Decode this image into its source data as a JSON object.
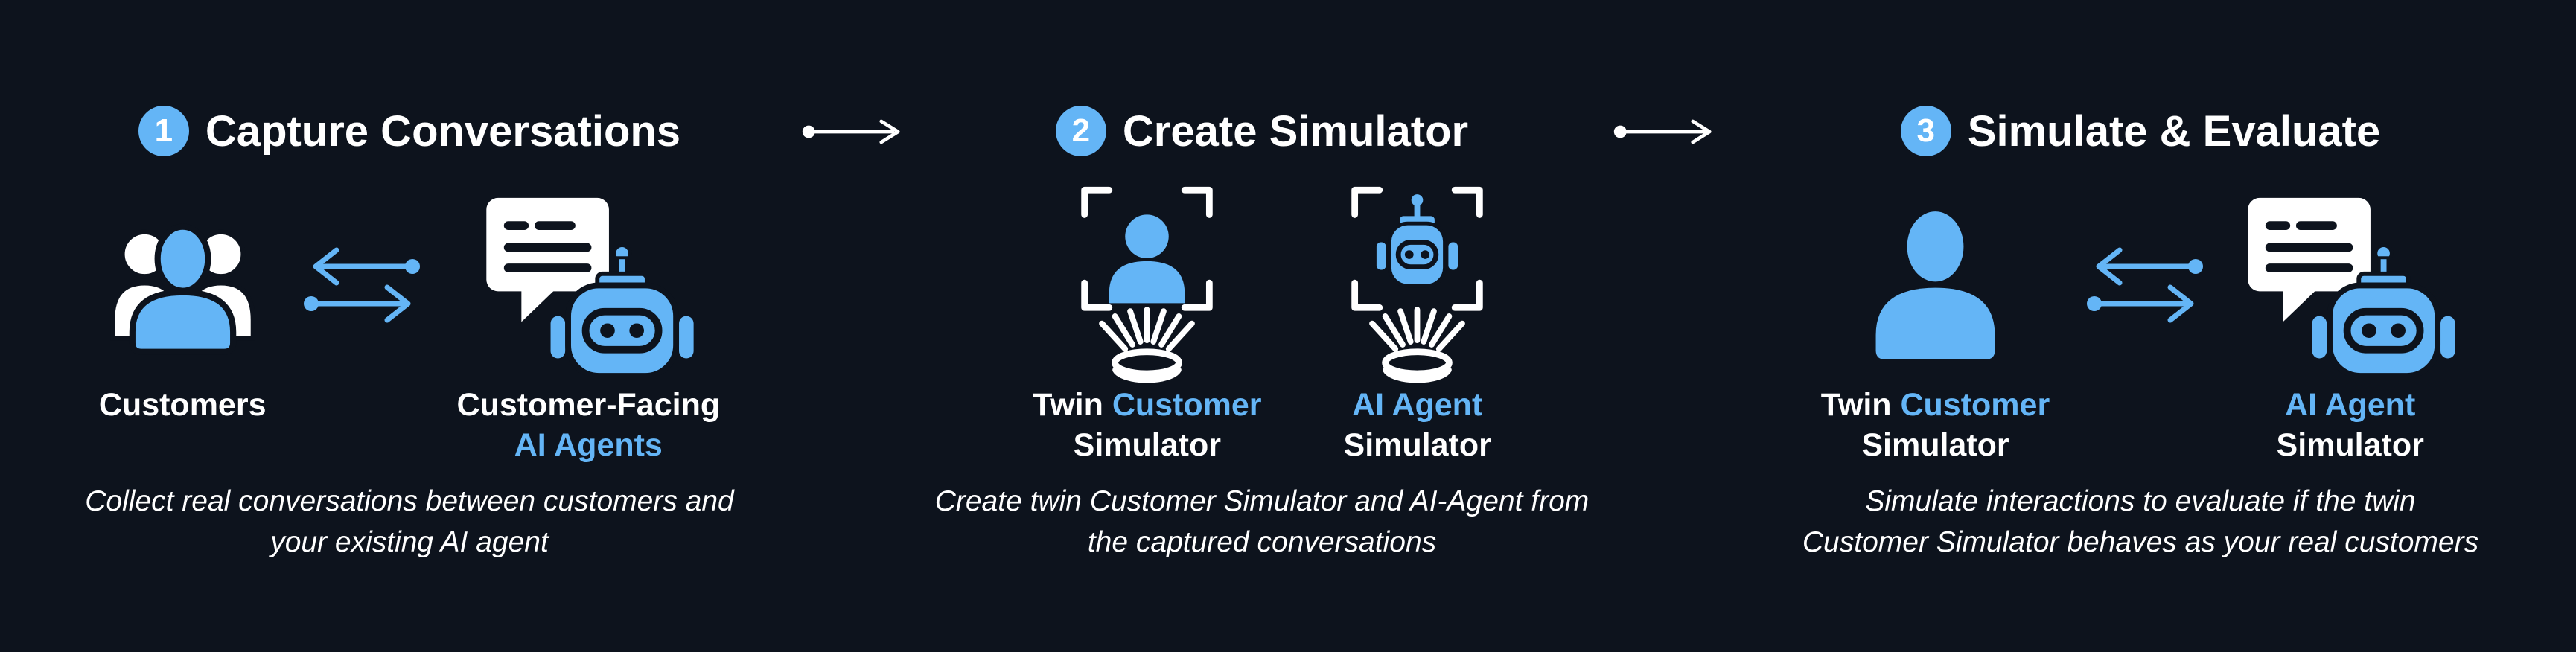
{
  "colors": {
    "background": "#0d131d",
    "accent": "#64b5f6",
    "text": "#ffffff"
  },
  "steps": [
    {
      "number": "1",
      "title": "Capture Conversations",
      "items": [
        {
          "icon": "customers-group-icon",
          "label": [
            [
              {
                "t": "Customers",
                "accent": false
              }
            ]
          ]
        },
        {
          "icon": "exchange-arrows-icon"
        },
        {
          "icon": "chat-bubble-robot-icon",
          "label": [
            [
              {
                "t": "Customer-Facing",
                "accent": false
              }
            ],
            [
              {
                "t": "AI Agents",
                "accent": true
              }
            ]
          ]
        }
      ],
      "description": [
        "Collect real conversations between customers and",
        "your existing AI agent"
      ]
    },
    {
      "number": "2",
      "title": "Create Simulator",
      "items": [
        {
          "icon": "scan-person-hologram-icon",
          "label": [
            [
              {
                "t": "Twin ",
                "accent": false
              },
              {
                "t": "Customer",
                "accent": true
              }
            ],
            [
              {
                "t": "Simulator",
                "accent": false
              }
            ]
          ]
        },
        {
          "icon": "scan-robot-hologram-icon",
          "label": [
            [
              {
                "t": "AI Agent",
                "accent": true
              }
            ],
            [
              {
                "t": "Simulator",
                "accent": false
              }
            ]
          ]
        }
      ],
      "description": [
        "Create twin Customer Simulator and AI-Agent from",
        "the captured conversations"
      ]
    },
    {
      "number": "3",
      "title": "Simulate & Evaluate",
      "items": [
        {
          "icon": "person-icon",
          "label": [
            [
              {
                "t": "Twin ",
                "accent": false
              },
              {
                "t": "Customer",
                "accent": true
              }
            ],
            [
              {
                "t": "Simulator",
                "accent": false
              }
            ]
          ]
        },
        {
          "icon": "exchange-arrows-icon"
        },
        {
          "icon": "chat-bubble-robot-icon",
          "label": [
            [
              {
                "t": "AI Agent",
                "accent": true
              }
            ],
            [
              {
                "t": "Simulator",
                "accent": false
              }
            ]
          ]
        }
      ],
      "description": [
        "Simulate interactions to evaluate if the twin",
        "Customer Simulator behaves as your real customers"
      ]
    }
  ],
  "connectors": [
    {
      "icon": "flow-arrow-icon"
    },
    {
      "icon": "flow-arrow-icon"
    }
  ]
}
